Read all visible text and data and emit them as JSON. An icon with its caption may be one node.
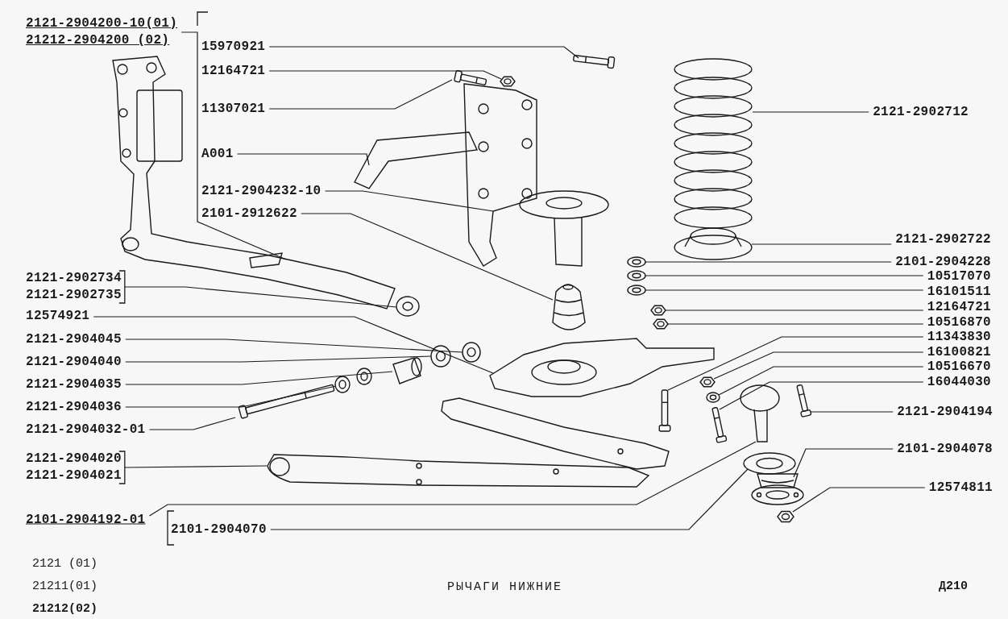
{
  "diagram": {
    "caption": "РЫЧАГИ НИЖНИЕ",
    "nodes": [
      {
        "text": [
          "2121-2904200-10(01)",
          "21212-2904200 (02)"
        ]
      },
      {
        "text": [
          "15970921"
        ]
      },
      {
        "text": [
          "12164721"
        ]
      },
      {
        "text": [
          "11307021"
        ]
      },
      {
        "text": [
          "A001"
        ]
      },
      {
        "text": [
          "2121-2904232-10"
        ]
      },
      {
        "text": [
          "2101-2912622"
        ]
      },
      {
        "text": [
          "2121-2902734",
          "2121-2902735"
        ]
      },
      {
        "text": [
          "12574921"
        ]
      },
      {
        "text": [
          "2121-2904045"
        ]
      },
      {
        "text": [
          "2121-2904040"
        ]
      },
      {
        "text": [
          "2121-2904035"
        ]
      },
      {
        "text": [
          "2121-2904036"
        ]
      },
      {
        "text": [
          "2121-2904032-01"
        ]
      },
      {
        "text": [
          "2121-2904020",
          "2121-2904021"
        ]
      },
      {
        "text": [
          "2101-2904192-01"
        ]
      },
      {
        "text": [
          "2101-2904070"
        ]
      },
      {
        "text": [
          "2121-2902712"
        ]
      },
      {
        "text": [
          "2121-2902722"
        ]
      },
      {
        "text": [
          "2101-2904228"
        ]
      },
      {
        "text": [
          "10517070"
        ]
      },
      {
        "text": [
          "16101511"
        ]
      },
      {
        "text": [
          "12164721"
        ]
      },
      {
        "text": [
          "10516870"
        ]
      },
      {
        "text": [
          "11343830"
        ]
      },
      {
        "text": [
          "16100821"
        ]
      },
      {
        "text": [
          "10516670"
        ]
      },
      {
        "text": [
          "16044030"
        ]
      },
      {
        "text": [
          "2121-2904194"
        ]
      },
      {
        "text": [
          "2101-2904078"
        ]
      },
      {
        "text": [
          "12574811"
        ]
      },
      {
        "text": [],
        "shape": "picture"
      },
      {
        "text": [],
        "shape": "picture"
      },
      {
        "text": [],
        "shape": "picture"
      },
      {
        "text": [],
        "shape": "picture"
      },
      {
        "text": [],
        "shape": "picture"
      },
      {
        "text": [],
        "shape": "picture"
      },
      {
        "text": [],
        "shape": "picture"
      },
      {
        "text": [],
        "shape": "picture"
      },
      {
        "text": [],
        "shape": "picture"
      },
      {
        "text": [],
        "shape": "picture"
      },
      {
        "text": [],
        "shape": "picture"
      },
      {
        "text": [],
        "shape": "picture"
      },
      {
        "text": [],
        "shape": "picture"
      },
      {
        "text": [],
        "shape": "picture"
      },
      {
        "text": [],
        "shape": "picture"
      },
      {
        "text": [],
        "shape": "picture"
      },
      {
        "text": [],
        "shape": "picture"
      },
      {
        "text": [],
        "shape": "picture"
      },
      {
        "text": [],
        "shape": "picture"
      },
      {
        "text": [],
        "shape": "picture"
      },
      {
        "text": [],
        "shape": "picture"
      },
      {
        "text": [],
        "shape": "picture"
      },
      {
        "text": [],
        "shape": "picture"
      },
      {
        "text": [],
        "shape": "picture"
      },
      {
        "text": [],
        "shape": "picture"
      },
      {
        "text": [],
        "shape": "picture"
      },
      {
        "text": [],
        "shape": "picture"
      },
      {
        "text": [],
        "shape": "picture"
      },
      {
        "text": [],
        "shape": "picture"
      },
      {
        "text": [],
        "shape": "picture"
      },
      {
        "text": [],
        "shape": "picture"
      }
    ],
    "edges": [
      {
        "from": 0,
        "to": 31,
        "arrow": "none"
      },
      {
        "from": 1,
        "to": 32,
        "arrow": "none"
      },
      {
        "from": 2,
        "to": 33,
        "arrow": "none"
      },
      {
        "from": 3,
        "to": 34,
        "arrow": "none"
      },
      {
        "from": 4,
        "to": 35,
        "arrow": "none"
      },
      {
        "from": 5,
        "to": 36,
        "arrow": "none"
      },
      {
        "from": 6,
        "to": 37,
        "arrow": "none"
      },
      {
        "from": 7,
        "to": 38,
        "arrow": "none"
      },
      {
        "from": 8,
        "to": 39,
        "arrow": "none"
      },
      {
        "from": 9,
        "to": 40,
        "arrow": "none"
      },
      {
        "from": 10,
        "to": 41,
        "arrow": "none"
      },
      {
        "from": 11,
        "to": 42,
        "arrow": "none"
      },
      {
        "from": 12,
        "to": 43,
        "arrow": "none"
      },
      {
        "from": 13,
        "to": 44,
        "arrow": "none"
      },
      {
        "from": 14,
        "to": 45,
        "arrow": "none"
      },
      {
        "from": 15,
        "to": 46,
        "arrow": "none"
      },
      {
        "from": 16,
        "to": 47,
        "arrow": "none"
      },
      {
        "from": 17,
        "to": 55,
        "arrow": "none"
      },
      {
        "from": 18,
        "to": 56,
        "arrow": "none"
      },
      {
        "from": 19,
        "to": 57,
        "arrow": "none"
      },
      {
        "from": 20,
        "to": 58,
        "arrow": "none"
      },
      {
        "from": 21,
        "to": 59,
        "arrow": "none"
      },
      {
        "from": 22,
        "to": 60,
        "arrow": "none"
      },
      {
        "from": 23,
        "to": 61,
        "arrow": "none"
      },
      {
        "from": 24,
        "to": 54,
        "arrow": "none"
      },
      {
        "from": 25,
        "to": 53,
        "arrow": "none"
      },
      {
        "from": 26,
        "to": 52,
        "arrow": "none"
      },
      {
        "from": 27,
        "to": 51,
        "arrow": "none"
      },
      {
        "from": 28,
        "to": 50,
        "arrow": "none"
      },
      {
        "from": 29,
        "to": 48,
        "arrow": "none"
      },
      {
        "from": 30,
        "to": 49,
        "arrow": "none"
      }
    ],
    "labels": [
      "2121 (01)",
      "21211(01)",
      "21212(02)",
      "Д210"
    ]
  }
}
